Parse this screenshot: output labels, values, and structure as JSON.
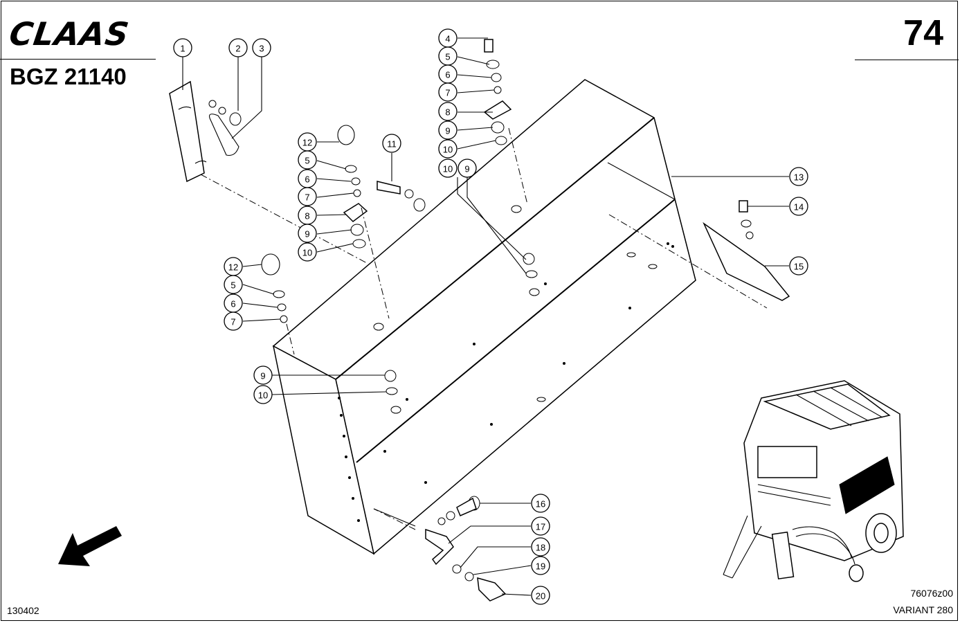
{
  "header": {
    "brand": "CLAAS",
    "part_number": "BGZ 21140",
    "page_number": "74"
  },
  "footer": {
    "date_code": "130402",
    "drawing_id": "76076z00",
    "model": "VARIANT 280"
  },
  "callouts": [
    "1",
    "2",
    "3",
    "4",
    "5",
    "6",
    "7",
    "8",
    "9",
    "10",
    "11",
    "12",
    "13",
    "14",
    "15",
    "16",
    "17",
    "18",
    "19",
    "20"
  ]
}
